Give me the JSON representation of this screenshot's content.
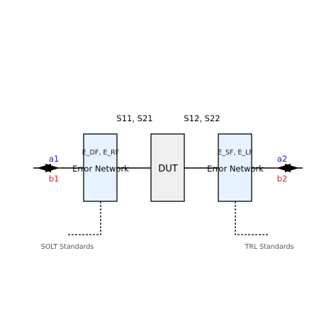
{
  "diagram": {
    "top_labels": {
      "left": "S11, S21",
      "right": "S12, S22"
    },
    "left_box": {
      "params": "E_DF, E_RF",
      "label": "Error Network"
    },
    "dut": {
      "label": "DUT"
    },
    "right_box": {
      "params": "E_SF, E_LF",
      "label": "Error Network"
    },
    "ports": {
      "left_incident": "a1",
      "left_reflected": "b1",
      "right_incident": "a2",
      "right_reflected": "b2"
    },
    "standards": {
      "left": "SOLT Standards",
      "right": "TRL Standards"
    },
    "colors": {
      "incident": "#1f1fb4",
      "reflected": "#d62728",
      "box_fill": "#e6f2ff",
      "dut_fill": "#efefef",
      "line": "#000000",
      "caption": "#555555"
    }
  }
}
